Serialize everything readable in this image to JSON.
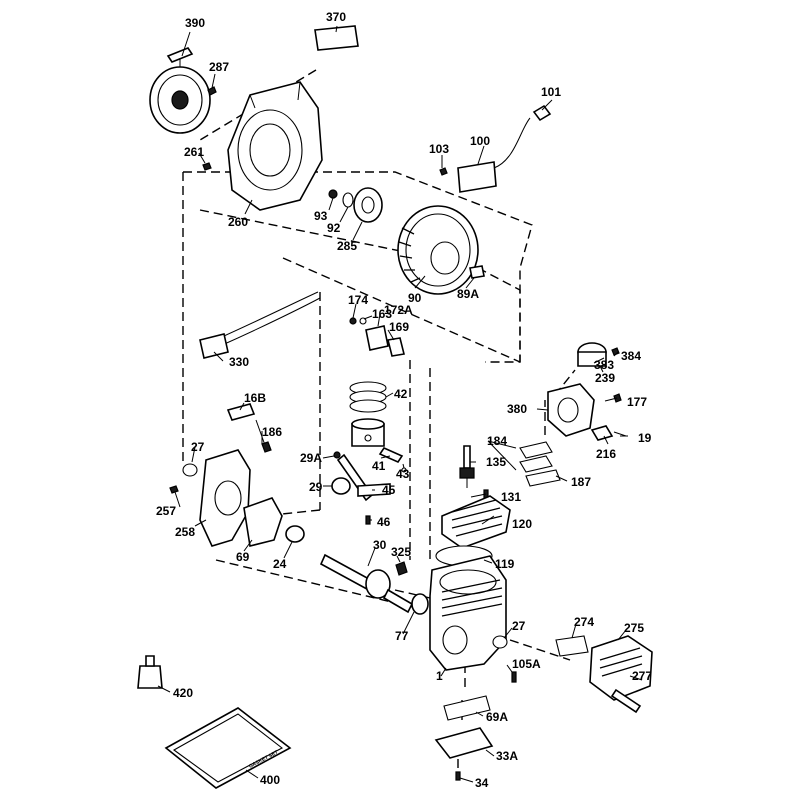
{
  "parts": {
    "p390": "390",
    "p370": "370",
    "p287": "287",
    "p261": "261",
    "p260": "260",
    "p93": "93",
    "p92": "92",
    "p285": "285",
    "p90": "90",
    "p89A": "89A",
    "p103": "103",
    "p100": "100",
    "p101": "101",
    "p174": "174",
    "p163": "163",
    "p172A": "172A",
    "p169": "169",
    "p330": "330",
    "p383": "383",
    "p384": "384",
    "p239": "239",
    "p380": "380",
    "p177": "177",
    "p19": "19",
    "p216": "216",
    "p16B": "16B",
    "p186": "186",
    "p42": "42",
    "p29A": "29A",
    "p41": "41",
    "p43": "43",
    "p29": "29",
    "p45": "45",
    "p46": "46",
    "p27a": "27",
    "p257": "257",
    "p258": "258",
    "p69": "69",
    "p24": "24",
    "p184": "184",
    "p135": "135",
    "p187": "187",
    "p131": "131",
    "p120": "120",
    "p30": "30",
    "p325": "325",
    "p119": "119",
    "p77": "77",
    "p27b": "27",
    "p274": "274",
    "p275": "275",
    "p277": "277",
    "p105A": "105A",
    "p1": "1",
    "p69A": "69A",
    "p33A": "33A",
    "p34": "34",
    "p420": "420",
    "p400": "400"
  },
  "gasket_set_text": "GASKET SET"
}
